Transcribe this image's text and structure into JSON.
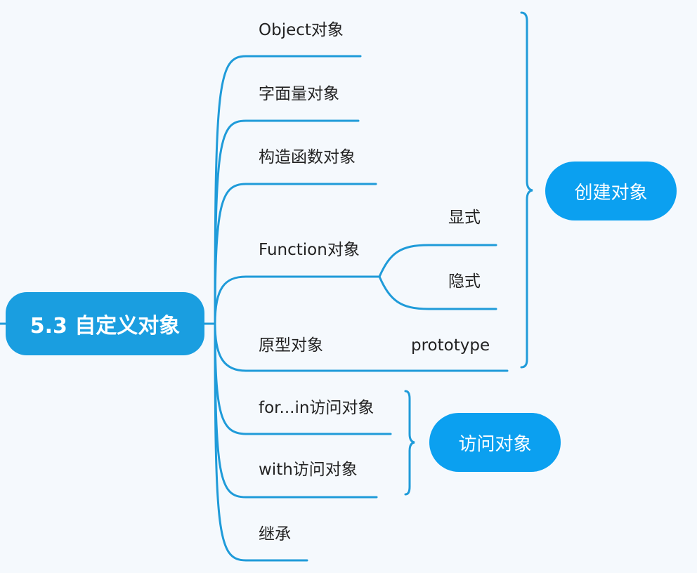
{
  "root": {
    "label": "5.3 自定义对象"
  },
  "branches": [
    {
      "label": "Object对象"
    },
    {
      "label": "字面量对象"
    },
    {
      "label": "构造函数对象"
    },
    {
      "label": "Function对象",
      "children": [
        {
          "label": "显式"
        },
        {
          "label": "隐式"
        }
      ]
    },
    {
      "label": "原型对象",
      "children": [
        {
          "label": "prototype"
        }
      ]
    },
    {
      "label": "for...in访问对象"
    },
    {
      "label": "with访问对象"
    },
    {
      "label": "继承"
    }
  ],
  "groups": [
    {
      "label": "创建对象"
    },
    {
      "label": "访问对象"
    }
  ],
  "colors": {
    "line": "#1f9bd9",
    "pill": "#0ba0f0",
    "root": "#1a9ee0",
    "background": "#f5f9fd"
  }
}
